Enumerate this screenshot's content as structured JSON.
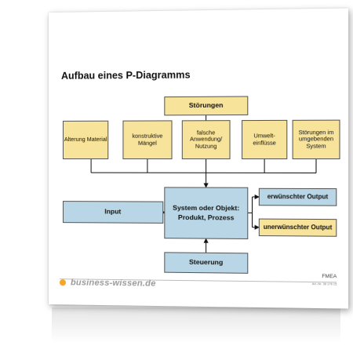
{
  "title": "Aufbau eines P-Diagramms",
  "stoerungen": "Störungen",
  "factors": [
    {
      "label": "Alterung Material"
    },
    {
      "label": "konstruktive Mängel"
    },
    {
      "label": "falsche Anwendung/ Nutzung"
    },
    {
      "label": "Umwelt-einflüsse"
    },
    {
      "label": "Störungen im umgebenden System"
    }
  ],
  "input": "Input",
  "system": "System oder Objekt: Produkt, Prozess",
  "output_desired": "erwünschter Output",
  "output_undesired": "unerwünschter Output",
  "steuerung": "Steuerung",
  "footer": {
    "logo": "business-wissen.de",
    "doc": "FMEA",
    "artnr": "Art.-Nr. 36 176 15"
  },
  "colors": {
    "yellow": "#f8e39b",
    "blue": "#b9d6e6",
    "logo_dot": "#f5a623"
  }
}
